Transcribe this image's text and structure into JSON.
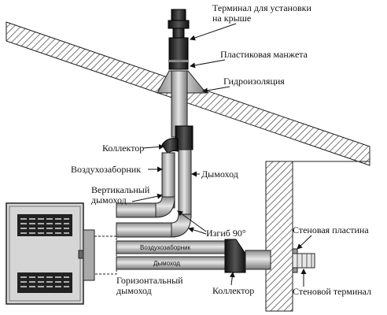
{
  "labels": {
    "roof_terminal_line1": "Терминал для установки",
    "roof_terminal_line2": "на крыше",
    "plastic_collar": "Пластиковая манжета",
    "waterproofing": "Гидроизоляция",
    "collector_top": "Коллектор",
    "air_intake": "Воздухозаборник",
    "chimney": "Дымоход",
    "vertical_flue_line1": "Вертикальный",
    "vertical_flue_line2": "дымоход",
    "bend_90": "Изгиб 90°",
    "wall_plate": "Стеновая пластина",
    "horizontal_flue_line1": "Горизонтальный",
    "horizontal_flue_line2": "дымоход",
    "collector_bottom": "Коллектор",
    "wall_terminal": "Стеновой терминал",
    "pipe_air_intake": "Воздухозаборник",
    "pipe_chimney": "Дымоход"
  },
  "colors": {
    "pipe_fill": "#bdbdbd",
    "roof_hatch": "#555555",
    "boiler_fill": "#d6d6d6",
    "collector_fill": "#1a1a1a"
  }
}
